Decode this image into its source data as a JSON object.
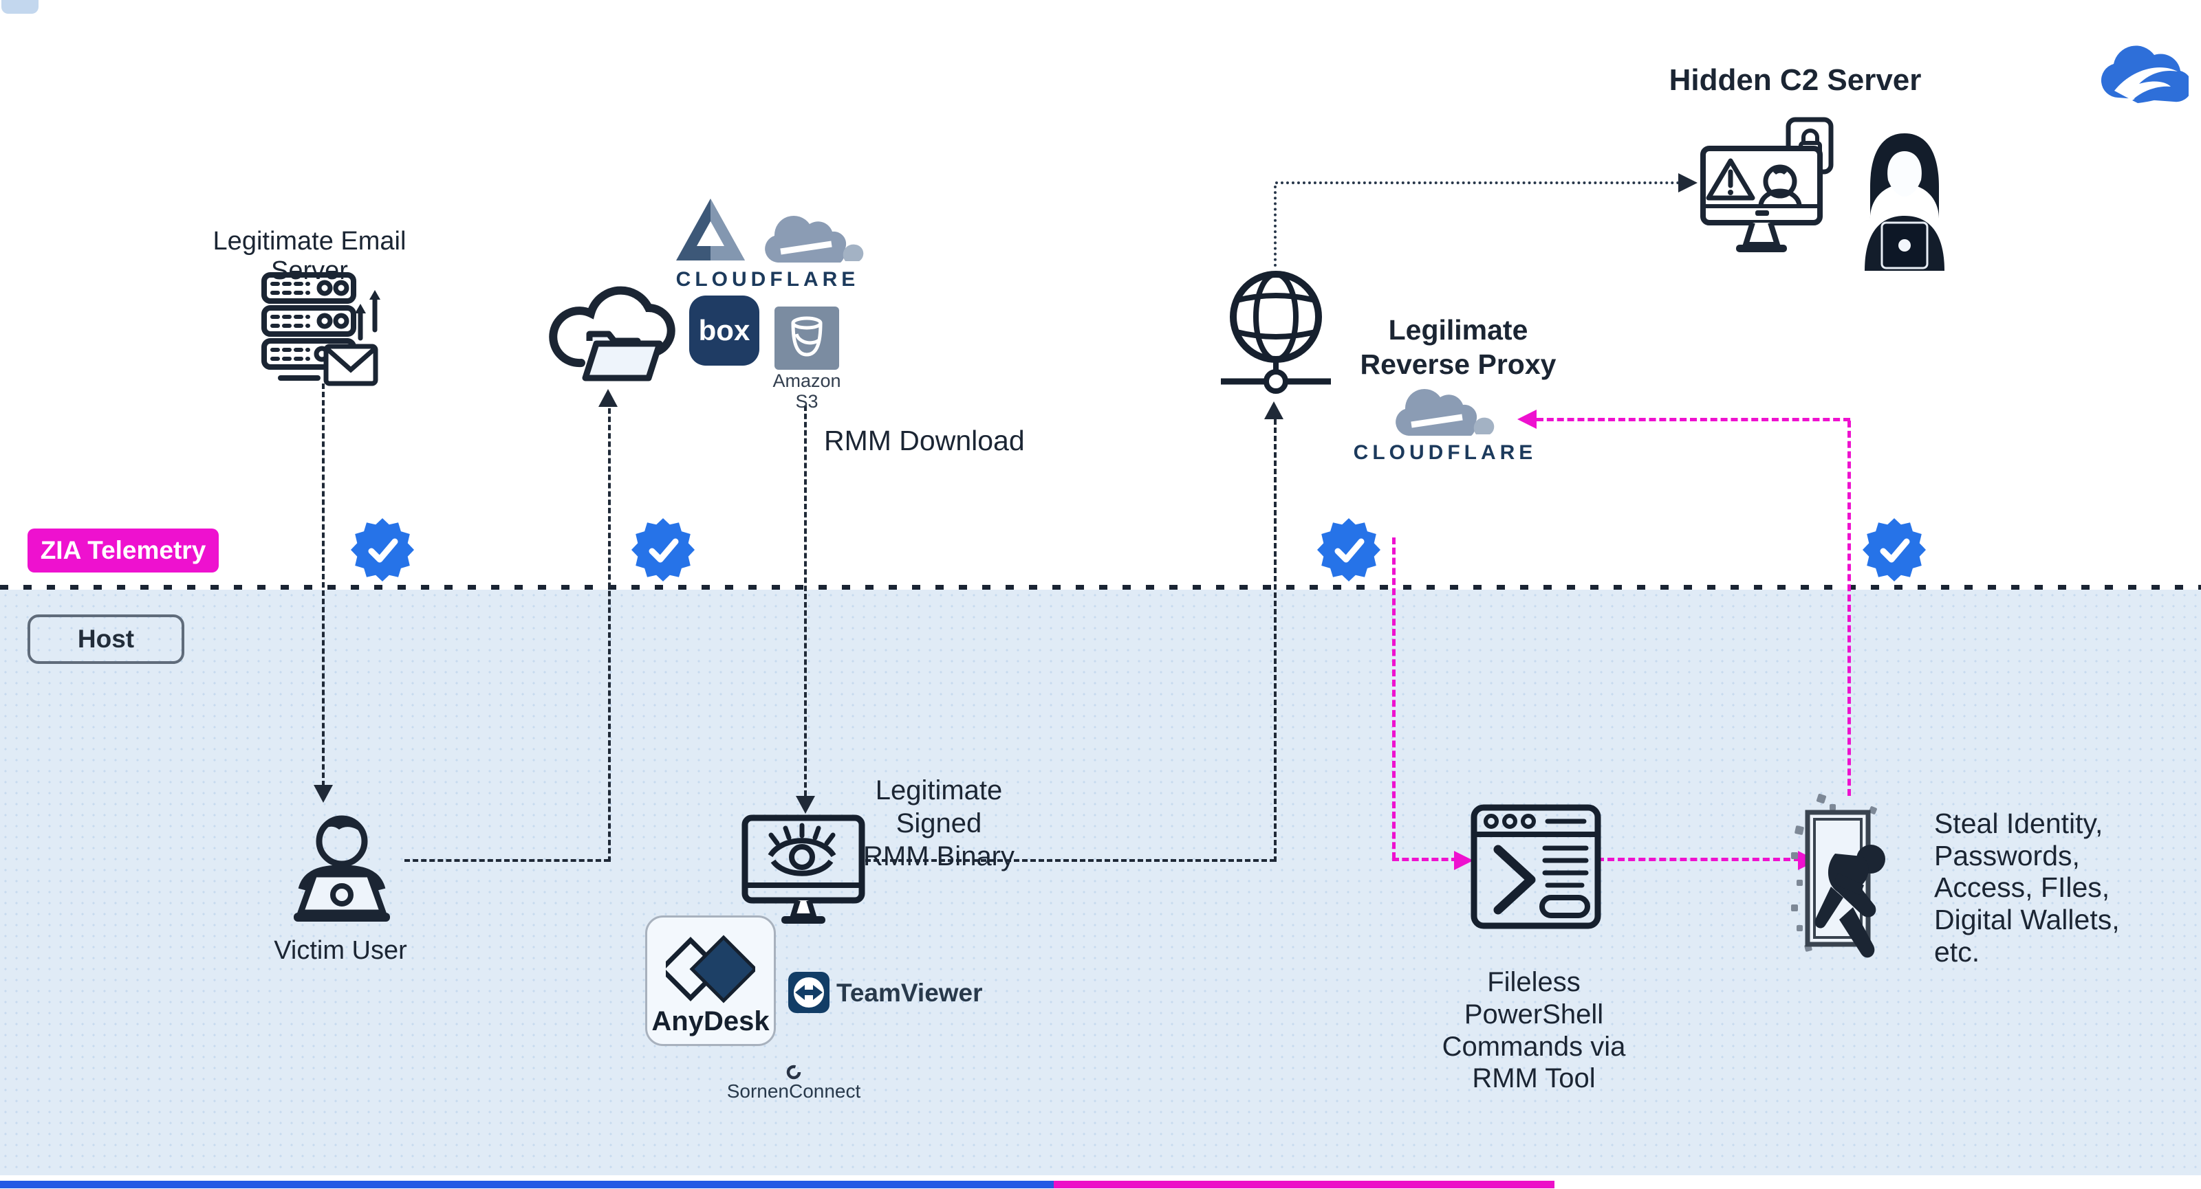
{
  "colors": {
    "ink": "#1b2533",
    "accent_magenta": "#ee11cf",
    "badge_blue": "#2673e8",
    "host_background": "#e0ebf6",
    "bottom_bar_blue": "#2558e4",
    "bottom_bar_magenta": "#ec0fc8",
    "cloud_gray": "#8b9cb4",
    "logo_navy": "#1f3c64"
  },
  "header": {
    "hidden_c2_title": "Hidden C2 Server"
  },
  "email_server": {
    "label": "Legitimate Email Server"
  },
  "cloud_services": {
    "cloudflare_wordmark": "CLOUDFLARE",
    "box_wordmark": "box",
    "amazon_s3_line1": "Amazon",
    "amazon_s3_line2": "S3"
  },
  "rmm_download_label": "RMM Download",
  "reverse_proxy": {
    "line1": "Legilimate",
    "line2": "Reverse Proxy",
    "cloudflare_wordmark": "CLOUDFLARE"
  },
  "zia_badge": "ZIA Telemetry",
  "host_badge": "Host",
  "victim": {
    "label": "Victim User"
  },
  "rmm_binary": {
    "line1": "Legitimate Signed",
    "line2": "RMM Binary"
  },
  "rmm_tools": {
    "anydesk": "AnyDesk",
    "teamviewer": "TeamViewer",
    "screenconnect": "SornenConnect"
  },
  "powershell": {
    "lines": [
      "Fileless",
      "PowerShell",
      "Commands via",
      "RMM Tool"
    ]
  },
  "steal": {
    "lines": [
      "Steal Identity,",
      "Passwords,",
      "Access, FIles,",
      "Digital Wallets,",
      "etc."
    ]
  }
}
